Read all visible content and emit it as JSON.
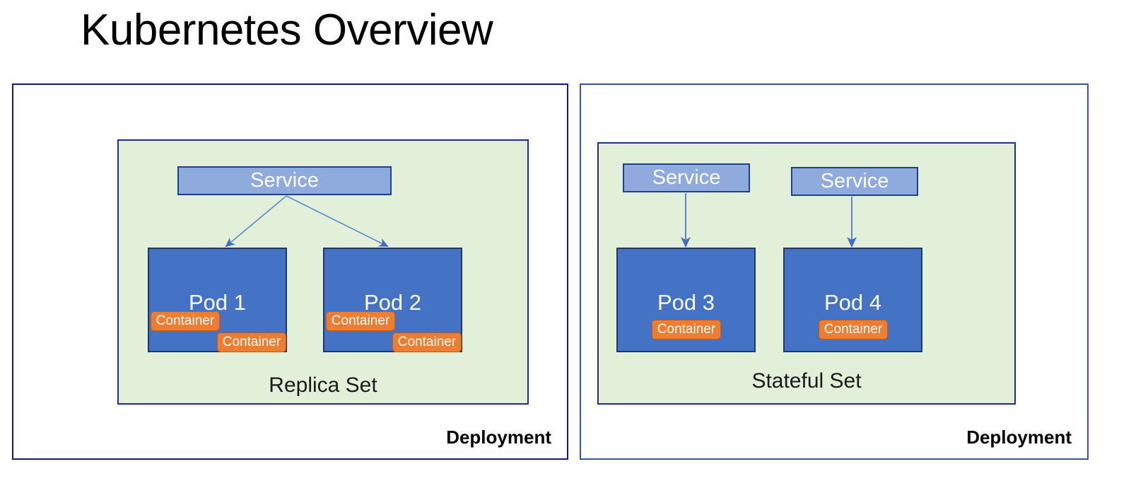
{
  "title": "Kubernetes Overview",
  "colors": {
    "pod_fill": "#4472c4",
    "service_fill": "#8faadc",
    "container_fill": "#ed7d31",
    "set_panel_fill": "#e2efd9",
    "panel_border": "#1f2f8f",
    "arrow": "#4472c4",
    "text_dark": "#000000",
    "text_light": "#ffffff"
  },
  "deployments": [
    {
      "label": "Deployment",
      "set": {
        "label": "Replica Set",
        "kind": "ReplicaSet",
        "services": [
          {
            "label": "Service"
          }
        ],
        "pods": [
          {
            "label": "Pod 1",
            "containers": [
              {
                "label": "Container"
              },
              {
                "label": "Container"
              }
            ]
          },
          {
            "label": "Pod 2",
            "containers": [
              {
                "label": "Container"
              },
              {
                "label": "Container"
              }
            ]
          }
        ],
        "connections": [
          {
            "from": "Service",
            "to": "Pod 1",
            "style": "diagonal-arrow"
          },
          {
            "from": "Service",
            "to": "Pod 2",
            "style": "diagonal-arrow"
          }
        ]
      }
    },
    {
      "label": "Deployment",
      "set": {
        "label": "Stateful Set",
        "kind": "StatefulSet",
        "services": [
          {
            "label": "Service"
          },
          {
            "label": "Service"
          }
        ],
        "pods": [
          {
            "label": "Pod 3",
            "containers": [
              {
                "label": "Container"
              }
            ]
          },
          {
            "label": "Pod 4",
            "containers": [
              {
                "label": "Container"
              }
            ]
          }
        ],
        "connections": [
          {
            "from": "Service",
            "to": "Pod 3",
            "style": "vertical-arrow"
          },
          {
            "from": "Service",
            "to": "Pod 4",
            "style": "vertical-arrow"
          }
        ]
      }
    }
  ]
}
